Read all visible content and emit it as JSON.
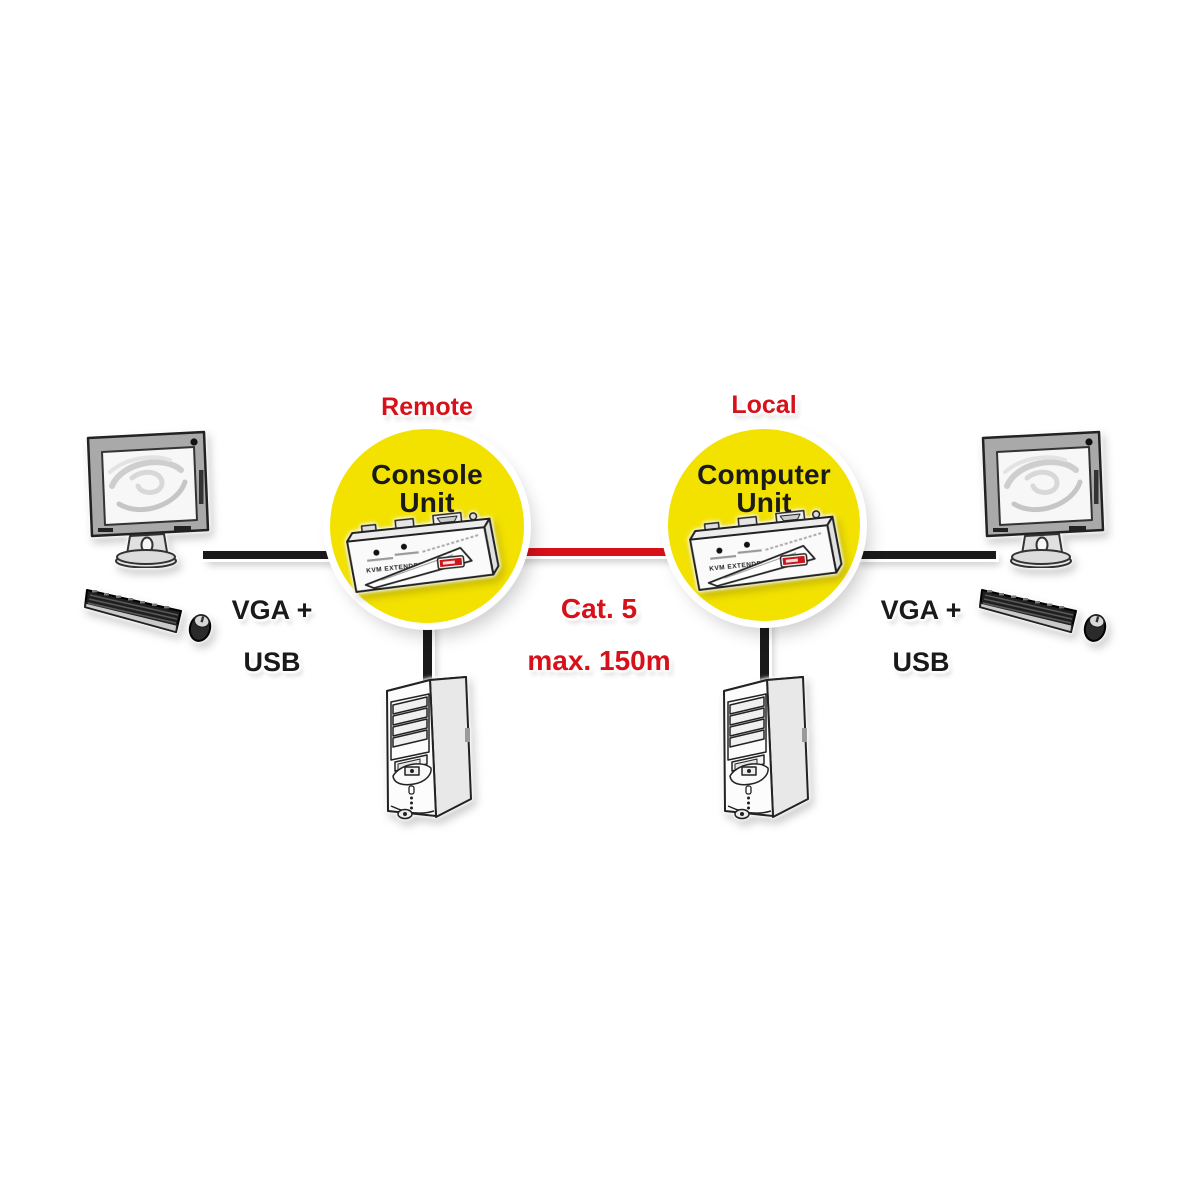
{
  "diagram_type": "kvm-extender-connection-diagram",
  "nodes": {
    "console": {
      "tag": "Remote",
      "title_line1": "Console",
      "title_line2": "Unit"
    },
    "computer": {
      "tag": "Local",
      "title_line1": "Computer",
      "title_line2": "Unit"
    }
  },
  "cable_labels": {
    "left_line1": "VGA +",
    "left_line2": "USB",
    "center_line1": "Cat. 5",
    "center_line2": "max. 150m",
    "right_line1": "VGA +",
    "right_line2": "USB"
  },
  "device_label": "KVM EXTENDER",
  "icons": {
    "left_monitor": "lcd-monitor-icon",
    "left_keyboard": "keyboard-mouse-icon",
    "console_device": "kvm-extender-unit-icon",
    "computer_device": "kvm-extender-unit-icon",
    "left_tower": "desktop-tower-icon",
    "right_tower": "desktop-tower-icon",
    "right_monitor": "lcd-monitor-icon",
    "right_keyboard": "keyboard-mouse-icon"
  },
  "colors": {
    "node_yellow": "#f3e200",
    "accent_red": "#d8101a",
    "ink_black": "#1a1a1a",
    "background": "#ffffff"
  }
}
